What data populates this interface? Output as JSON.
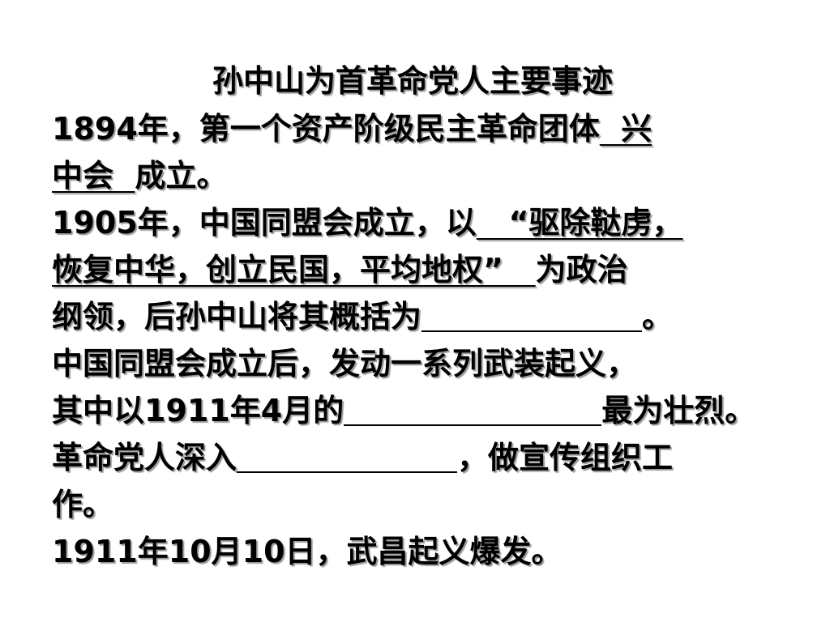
{
  "slide": {
    "title": "孙中山为首革命党人主要事迹",
    "lines": {
      "l1a": "1894年，第一个资产阶级民主革命团体",
      "l1b": "  兴",
      "l2a": "中会  ",
      "l2b": "成立。",
      "l3a": "1905年，中国同盟会成立，以",
      "l3b": "   “驱除鞑虏，",
      "l4a": "恢复中华，创立民国，平均地权”   ",
      "l4b": "为政治",
      "l5a": "纲领，后孙中山将其概括为",
      "l5b": "。",
      "l6": "中国同盟会成立后，发动一系列武装起义，",
      "l7a": "其中以1911年4月的",
      "l7b": "最为壮烈。",
      "l8a": "革命党人深入",
      "l8b": "，做宣传组织工",
      "l9": "作。",
      "l10": "1911年10月10日，武昌起义爆发。"
    }
  }
}
